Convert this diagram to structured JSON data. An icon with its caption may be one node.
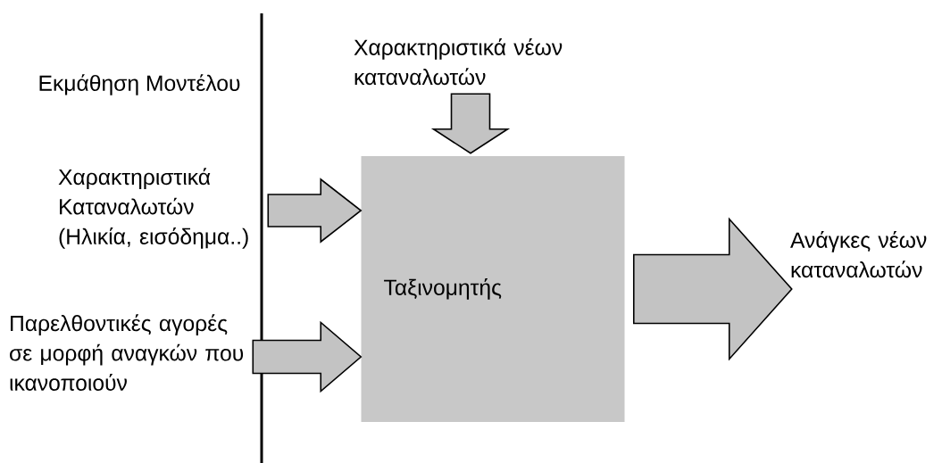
{
  "diagram": {
    "nodes": [
      {
        "text": [
          "Χαρακτηριστικά νέων καταναλωτών"
        ]
      },
      {
        "text": [
          "Χαρακτηριστικά Καταναλωτών (Ηλικία, εισόδημα..)"
        ]
      },
      {
        "text": [
          "Παρελθοντικές αγορές σε μορφή αναγκών που ικανοποιούν"
        ]
      },
      {
        "text": [
          "Ταξινομητής"
        ]
      },
      {
        "text": [
          "Ανάγκες νέων καταναλωτών"
        ]
      }
    ],
    "edges": [
      {
        "from": 0,
        "to": 3,
        "arrow": "to"
      },
      {
        "from": 1,
        "to": 3,
        "arrow": "to"
      },
      {
        "from": 2,
        "to": 3,
        "arrow": "to"
      },
      {
        "from": 3,
        "to": 4,
        "arrow": "to",
        "style": "thick"
      }
    ],
    "labels": [
      "Εκμάθηση Μοντέλου"
    ]
  }
}
